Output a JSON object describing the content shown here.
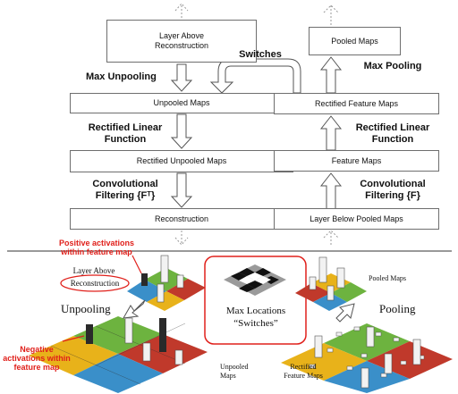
{
  "deconvnet": {
    "layer_above": "Layer Above Reconstruction",
    "unpooled_maps": "Unpooled Maps",
    "rectified_unpooled_maps": "Rectified Unpooled Maps",
    "reconstruction": "Reconstruction",
    "label_max_unpooling": "Max Unpooling",
    "label_relu": "Rectified Linear Function",
    "label_conv": "Convolutional Filtering {Fᵀ}"
  },
  "convnet": {
    "pooled_maps": "Pooled Maps",
    "rectified_feature_maps": "Rectified Feature Maps",
    "feature_maps": "Feature Maps",
    "layer_below": "Layer Below Pooled Maps",
    "label_max_pooling": "Max Pooling",
    "label_relu": "Rectified Linear Function",
    "label_conv": "Convolutional Filtering {F}"
  },
  "switches_label": "Switches",
  "bottom": {
    "positive_note": "Positive activations within feature map",
    "negative_note": "Negative activations within feature map",
    "layer_above_l1": "Layer Above",
    "layer_above_l2": "Reconstruction",
    "unpooling": "Unpooling",
    "pooling": "Pooling",
    "max_locations": "Max Locations",
    "switches_quoted": "“Switches”",
    "pooled_maps": "Pooled Maps",
    "unpooled_maps": "Unpooled Maps",
    "rectified_feature_maps": "Rectified Feature Maps"
  },
  "colors": {
    "quadrant_green": "#6db33f",
    "quadrant_red": "#c0392b",
    "quadrant_blue": "#3a8fc9",
    "quadrant_yellow": "#e8b21a",
    "annotation_red": "#e0201b"
  }
}
